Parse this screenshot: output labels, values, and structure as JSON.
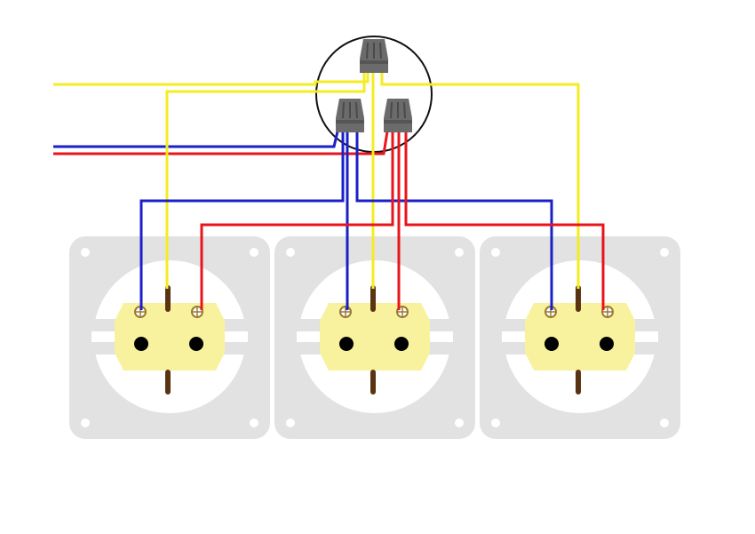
{
  "diagram": {
    "colors": {
      "background": "#ffffff",
      "socket_plate": "#e2e2e2",
      "socket_face": "#ffffff",
      "insert": "#f8f29e",
      "pin_hole": "#000000",
      "ground_clip": "#5a3412",
      "screw": "#9a7a32",
      "phase_wire": "#e8161c",
      "neutral_wire": "#1a20c8",
      "ground_wire": "#f5ec22",
      "connector": "#6b6b6b",
      "junction_box_outline": "#111111"
    },
    "sockets": [
      {
        "id": "socket-1"
      },
      {
        "id": "socket-2"
      },
      {
        "id": "socket-3"
      }
    ],
    "connectors": [
      {
        "id": "ground-connector",
        "wire": "ground"
      },
      {
        "id": "neutral-connector",
        "wire": "neutral"
      },
      {
        "id": "phase-connector",
        "wire": "phase"
      }
    ],
    "wires": [
      {
        "id": "ground-feed",
        "type": "ground"
      },
      {
        "id": "neutral-feed",
        "type": "neutral"
      },
      {
        "id": "phase-feed",
        "type": "phase"
      },
      {
        "id": "ground-socket-1",
        "type": "ground"
      },
      {
        "id": "ground-socket-2",
        "type": "ground"
      },
      {
        "id": "ground-socket-3",
        "type": "ground"
      },
      {
        "id": "neutral-socket-1",
        "type": "neutral"
      },
      {
        "id": "neutral-socket-2",
        "type": "neutral"
      },
      {
        "id": "neutral-socket-3",
        "type": "neutral"
      },
      {
        "id": "phase-socket-1",
        "type": "phase"
      },
      {
        "id": "phase-socket-2",
        "type": "phase"
      },
      {
        "id": "phase-socket-3",
        "type": "phase"
      }
    ]
  }
}
